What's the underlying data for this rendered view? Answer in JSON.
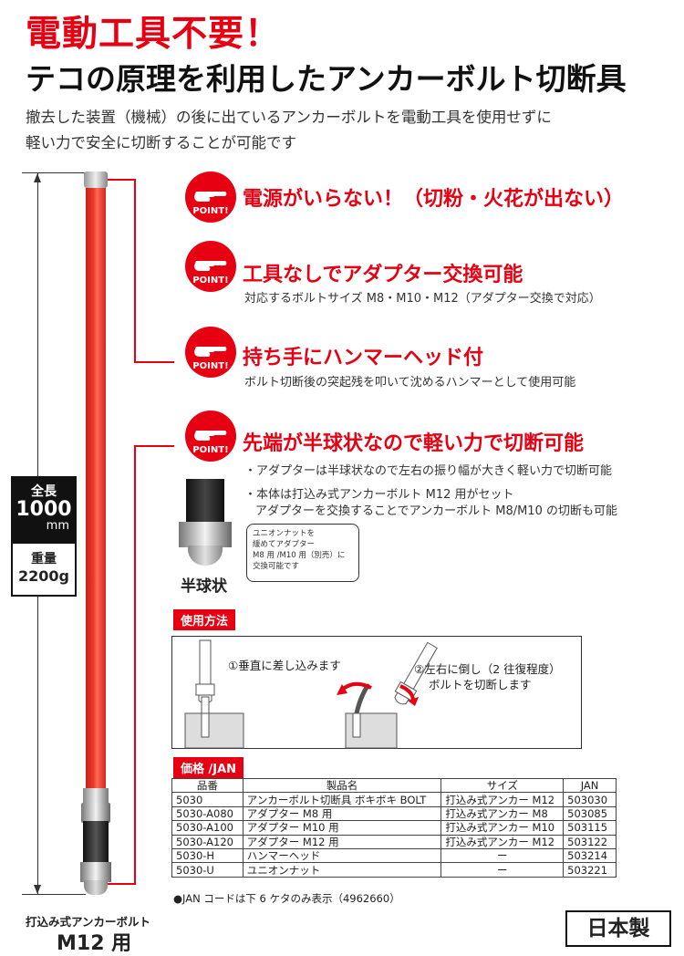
{
  "header": {
    "headline": "電動工具不要！",
    "subtitle": "テコの原理を利用したアンカーボルト切断具",
    "desc1": "撤去した装置（機械）の後に出ているアンカーボルトを電動工具を使用せずに",
    "desc2": "軽い力で安全に切断することが可能です"
  },
  "spec": {
    "length_label": "全長",
    "length_value": "1000",
    "length_unit": "mm",
    "weight_label": "重量",
    "weight_value": "2200g"
  },
  "bar_caption": {
    "line1": "打込み式アンカーボルト",
    "line2": "M12 用"
  },
  "points": {
    "badge_text": "POINT!",
    "p1": {
      "title": "電源がいらない！（切粉・火花が出ない）"
    },
    "p2": {
      "title": "工具なしでアダプター交換可能",
      "sub": "対応するボルトサイズ M8・M10・M12（アダプター交換で対応）"
    },
    "p3": {
      "title": "持ち手にハンマーヘッド付",
      "sub": "ボルト切断後の突起残を叩いて沈めるハンマーとして使用可能"
    },
    "p4": {
      "title": "先端が半球状なので軽い力で切断可能",
      "sub1": "・アダプターは半球状なので左右の振り幅が大きく軽い力で切断可能",
      "sub2": "・本体は打込み式アンカーボルト M12 用がセット",
      "sub3": "アダプターを交換することでアンカーボルト M8/M10 の切断も可能"
    }
  },
  "adapter": {
    "caption": "半球状",
    "callout": [
      "ユニオンナットを",
      "緩めてアダプター",
      "M8 用 /M10 用（別売）に",
      "交換可能です"
    ]
  },
  "usage": {
    "label": "使用方法",
    "step1": "①垂直に差し込みます",
    "step2a": "②左右に倒し（2 往復程度）",
    "step2b": "ボルトを切断します"
  },
  "price": {
    "label": "価格 /JAN",
    "headers": [
      "品番",
      "製品名",
      "サイズ",
      "JAN"
    ],
    "rows": [
      [
        "5030",
        "アンカーボルト切断具 ボキボキ BOLT",
        "打込み式アンカー M12",
        "503030"
      ],
      [
        "5030-A080",
        "アダプター M8 用",
        "打込み式アンカー M8",
        "503085"
      ],
      [
        "5030-A100",
        "アダプター M10 用",
        "打込み式アンカー M10",
        "503115"
      ],
      [
        "5030-A120",
        "アダプター M12 用",
        "打込み式アンカー M12",
        "503122"
      ],
      [
        "5030-H",
        "ハンマーヘッド",
        "ー",
        "503214"
      ],
      [
        "5030-U",
        "ユニオンナット",
        "ー",
        "503221"
      ]
    ],
    "note": "●JAN コードは下 6 ケタのみ表示（4962660）"
  },
  "made_in": "日本製"
}
